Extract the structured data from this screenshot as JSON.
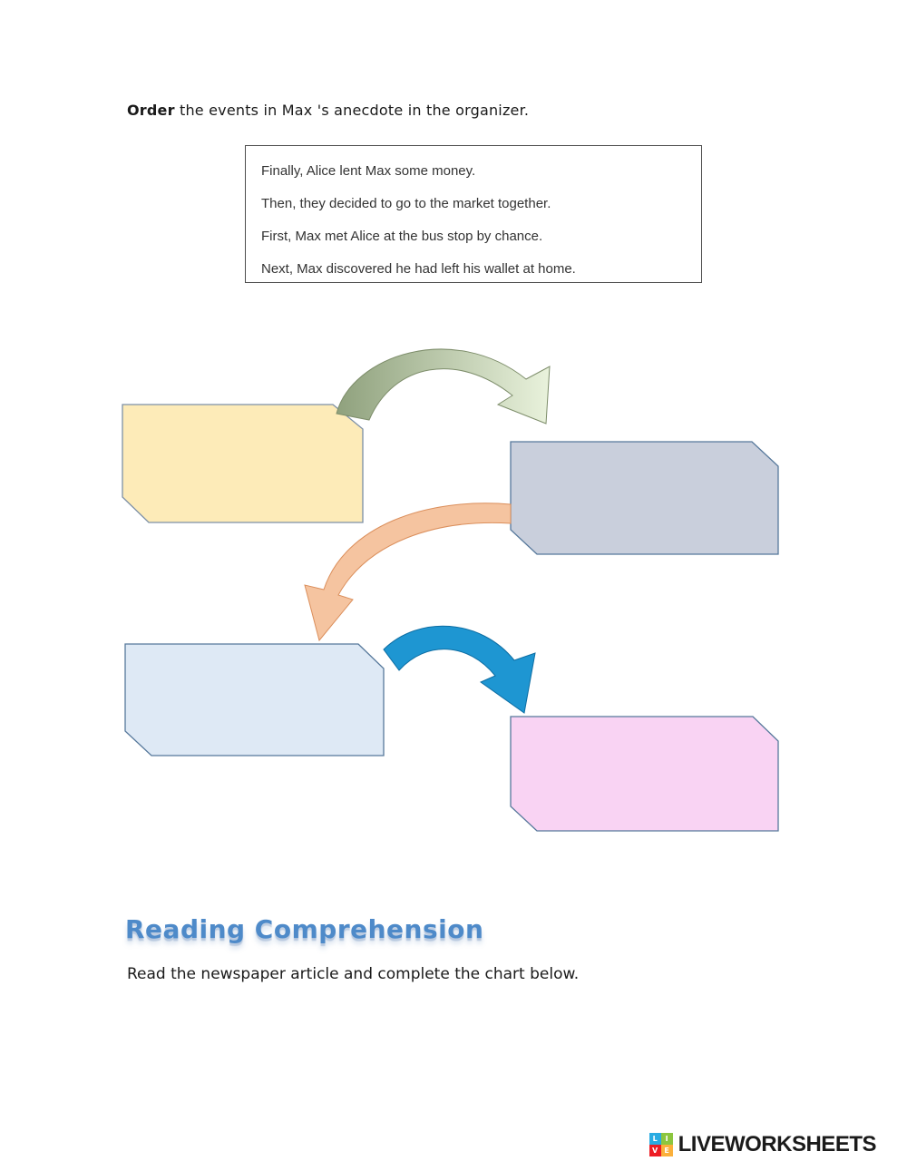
{
  "instruction": {
    "bold": "Order",
    "rest": " the events in Max 's anecdote in the organizer."
  },
  "events": {
    "items": [
      "Finally, Alice lent Max some money.",
      "Then, they decided to go to the market together.",
      "First, Max met Alice at the bus stop by chance.",
      "Next, Max discovered he had left his wallet at home."
    ]
  },
  "organizer": {
    "boxes": [
      {
        "label": "",
        "fill": "#FDEBB8",
        "border": "#7C8FA6"
      },
      {
        "label": "",
        "fill": "#C9CFDC",
        "border": "#56789B"
      },
      {
        "label": "",
        "fill": "#DEE9F5",
        "border": "#56789B"
      },
      {
        "label": "",
        "fill": "#F9D3F3",
        "border": "#56789B"
      }
    ],
    "arrows": [
      {
        "colors": [
          "#8FA17D",
          "#E9F2DC"
        ],
        "outline": "#7D8D6A"
      },
      {
        "colors": [
          "#F5C4A0"
        ],
        "outline": "#DB8F5C"
      },
      {
        "colors": [
          "#1E96D2"
        ],
        "outline": "#0D6DA3"
      }
    ]
  },
  "section": {
    "heading": "Reading Comprehension",
    "heading_color": "#4E8AC9",
    "subtitle": "Read the newspaper article and complete the chart below."
  },
  "footer": {
    "brand": "LIVEWORKSHEETS",
    "logo_letters": [
      "L",
      "I",
      "V",
      "E"
    ],
    "logo_colors": [
      "#29ABE2",
      "#8CC63F",
      "#ED1C24",
      "#FBB03B"
    ]
  }
}
